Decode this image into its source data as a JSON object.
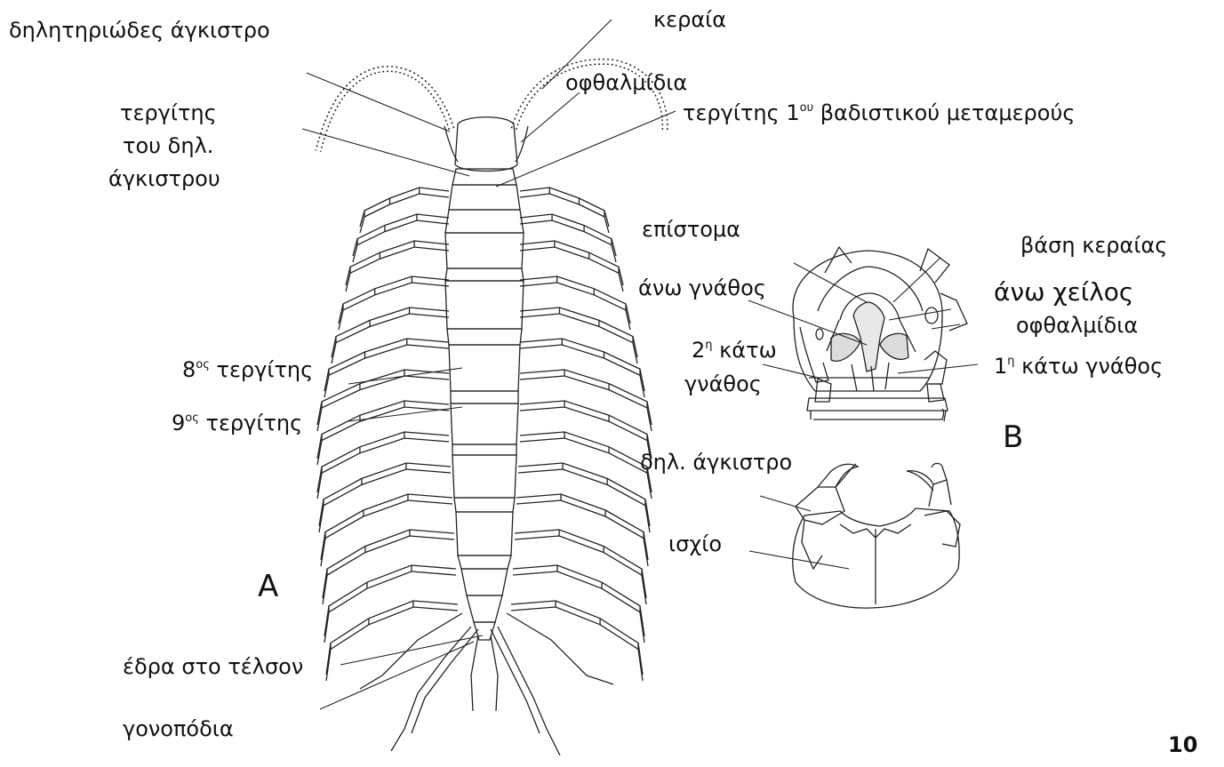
{
  "figure": {
    "panel_a": "A",
    "panel_b": "B",
    "page_number": "10"
  },
  "labels": {
    "poison_hook": "δηλητηριώδες άγκιστρο",
    "antenna": "κεραία",
    "ocelli": "οφθαλμίδια",
    "tergite_hook_1": "τεργίτης",
    "tergite_hook_2": "του δηλ.",
    "tergite_hook_3": "άγκιστρου",
    "tergite_first_prefix": "τεργίτης 1",
    "tergite_first_sup": "ου",
    "tergite_first_suffix": " βαδιστικού μεταμερούς",
    "tergite8_prefix": "8",
    "tergite8_sup": "ος",
    "tergite8_suffix": " τεργίτης",
    "tergite9_prefix": "9",
    "tergite9_sup": "ος",
    "tergite9_suffix": " τεργίτης",
    "telson_seat": "έδρα στο τέλσον",
    "gonopods": "γονοπόδια",
    "epistome": "επίστομα",
    "antenna_base": "βάση κεραίας",
    "upper_jaw": "άνω γνάθος",
    "upper_lip": "άνω χείλος",
    "ocelli_b": "οφθαλμίδια",
    "second_lower_jaw_1_prefix": "2",
    "second_lower_jaw_1_sup": "η",
    "second_lower_jaw_1_suffix": " κάτω",
    "second_lower_jaw_2": "γνάθος",
    "first_lower_jaw_prefix": "1",
    "first_lower_jaw_sup": "η",
    "first_lower_jaw_suffix": " κάτω γνάθος",
    "poison_hook_short": "δηλ. άγκιστρο",
    "coxa": "ισχίο"
  }
}
